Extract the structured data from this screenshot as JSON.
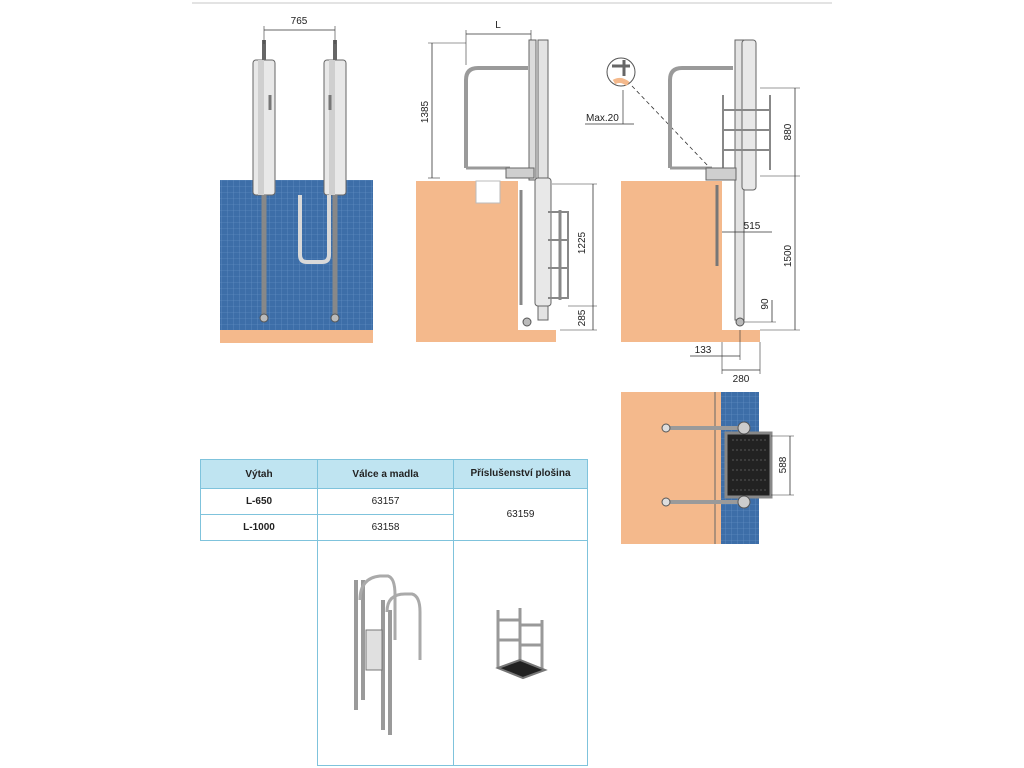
{
  "dimensions": {
    "front_width": "765",
    "handrail_length": "L",
    "height_1385": "1385",
    "height_1225": "1225",
    "height_285": "285",
    "max_gap": "Max.20",
    "height_880": "880",
    "offset_515": "515",
    "height_1500": "1500",
    "height_90": "90",
    "offset_133": "133",
    "offset_280": "280",
    "platform_width": "588"
  },
  "table": {
    "headers": [
      "Výtah",
      "Válce a madla",
      "Příslušenství plošina"
    ],
    "rows": [
      {
        "model": "L-650",
        "cylinders": "63157"
      },
      {
        "model": "L-1000",
        "cylinders": "63158"
      }
    ],
    "accessory_code": "63159"
  },
  "colors": {
    "water": "#3f6fa6",
    "wall": "#f4b98c",
    "table_border": "#7fc3dc",
    "table_header": "#bfe4f1"
  }
}
